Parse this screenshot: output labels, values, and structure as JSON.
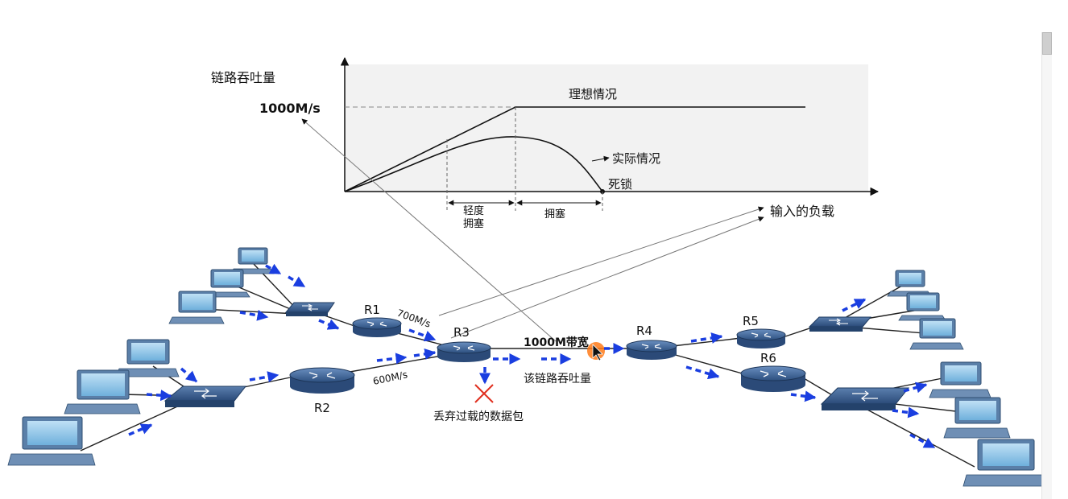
{
  "chart": {
    "y_label": "链路吞吐量",
    "y_value_label": "1000M/s",
    "x_label": "输入的负载",
    "ideal_label": "理想情况",
    "actual_label": "实际情况",
    "deadlock_label": "死锁",
    "light_congestion_line1": "轻度",
    "light_congestion_line2": "拥塞",
    "congestion_label": "拥塞"
  },
  "network": {
    "routers": [
      "R1",
      "R2",
      "R3",
      "R4",
      "R5",
      "R6"
    ],
    "link_r1_r3": "700M/s",
    "link_r2_r3": "600M/s",
    "link_r3_r4": "1000M带宽",
    "link_throughput_label": "该链路吞吐量",
    "drop_label": "丢弃过载的数据包"
  },
  "colors": {
    "router_fill": "#3a5f8f",
    "packet_arrow": "#1a3ee0",
    "drop_mark": "#e03020",
    "chart_bg": "#f2f2f2",
    "cursor_orange": "#ff7a18"
  }
}
